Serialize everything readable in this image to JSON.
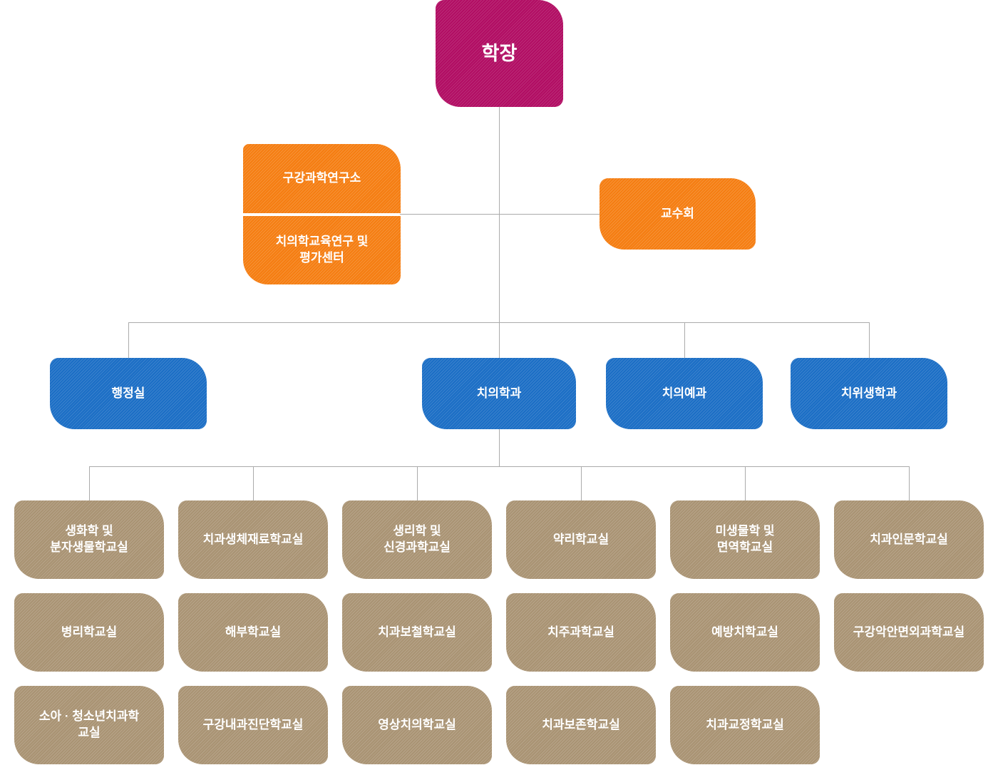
{
  "org": {
    "dean": {
      "label": "학장"
    },
    "affiliates": {
      "research_institute": {
        "label": "구강과학연구소"
      },
      "education_center": {
        "label": "치의학교육연구 및\n평가센터"
      },
      "faculty_council": {
        "label": "교수회"
      }
    },
    "departments": [
      {
        "label": "행정실"
      },
      {
        "label": "치의학과"
      },
      {
        "label": "치의예과"
      },
      {
        "label": "치위생학과"
      }
    ],
    "classrooms": {
      "row1": [
        {
          "label": "생화학 및\n분자생물학교실"
        },
        {
          "label": "치과생체재료학교실"
        },
        {
          "label": "생리학 및\n신경과학교실"
        },
        {
          "label": "약리학교실"
        },
        {
          "label": "미생물학 및\n면역학교실"
        },
        {
          "label": "치과인문학교실"
        }
      ],
      "row2": [
        {
          "label": "병리학교실"
        },
        {
          "label": "해부학교실"
        },
        {
          "label": "치과보철학교실"
        },
        {
          "label": "치주과학교실"
        },
        {
          "label": "예방치학교실"
        },
        {
          "label": "구강악안면외과학교실"
        }
      ],
      "row3": [
        {
          "label": "소아 · 청소년치과학\n교실"
        },
        {
          "label": "구강내과진단학교실"
        },
        {
          "label": "영상치의학교실"
        },
        {
          "label": "치과보존학교실"
        },
        {
          "label": "치과교정학교실"
        }
      ]
    }
  },
  "colors": {
    "dean_box": "#b10d63",
    "affiliate_box": "#f57d11",
    "department_box": "#1b6ec5",
    "classroom_box": "#a99373",
    "connector_line": "#ababab",
    "label_text": "#ffffff",
    "background": "#ffffff"
  }
}
